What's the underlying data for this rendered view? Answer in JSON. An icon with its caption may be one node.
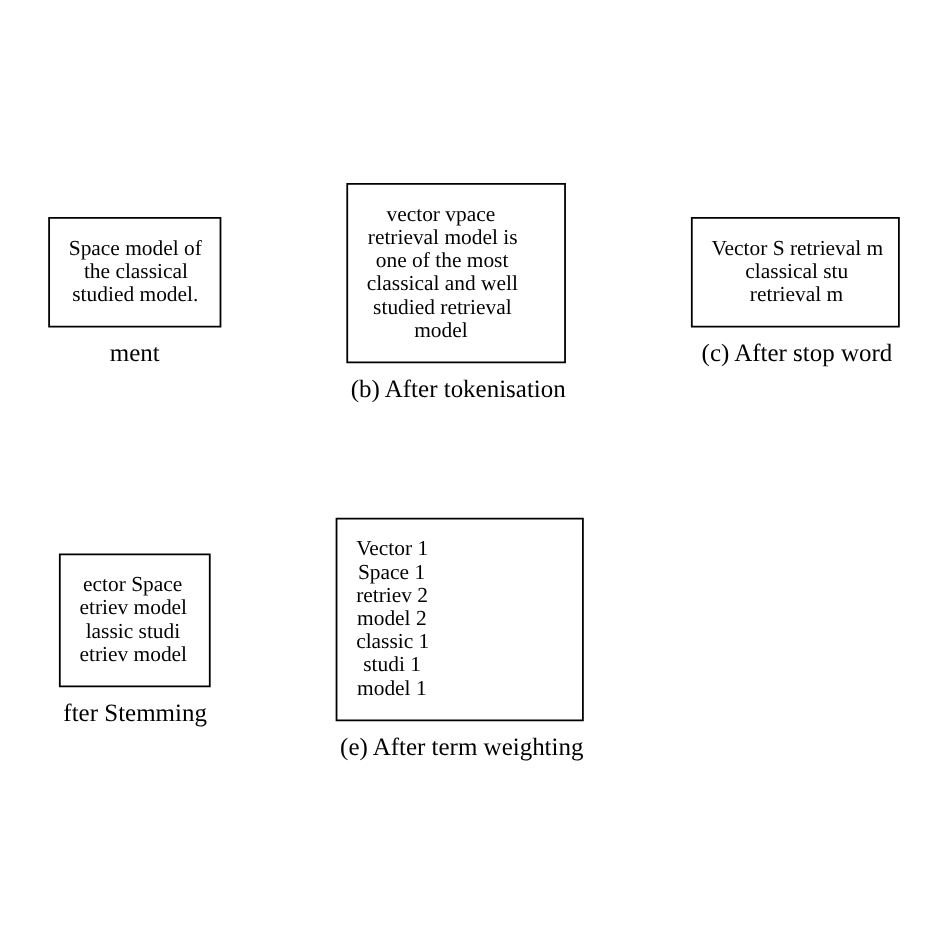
{
  "diagram": {
    "nodes": [
      {
        "text": [
          "Space model of the classical studied model."
        ],
        "beside": [
          "ment"
        ]
      },
      {
        "text": [
          "vector vpace retrieval model is one of the most classical and well studied retrieval model"
        ],
        "beside": [
          "(b) After tokenisation"
        ]
      },
      {
        "text": [
          "Vector S retrieval m classical stu retrieval m"
        ],
        "beside": [
          "(c) After stop word"
        ]
      },
      {
        "text": [
          "ector Space etriev model lassic studi etriev model"
        ],
        "beside": [
          "fter Stemming"
        ]
      },
      {
        "text": [
          "Vector 1 Space 1 retriev 2 model 2 classic 1 studi 1 model 1"
        ],
        "beside": [
          "(e) After term weighting"
        ]
      }
    ],
    "edges": []
  }
}
